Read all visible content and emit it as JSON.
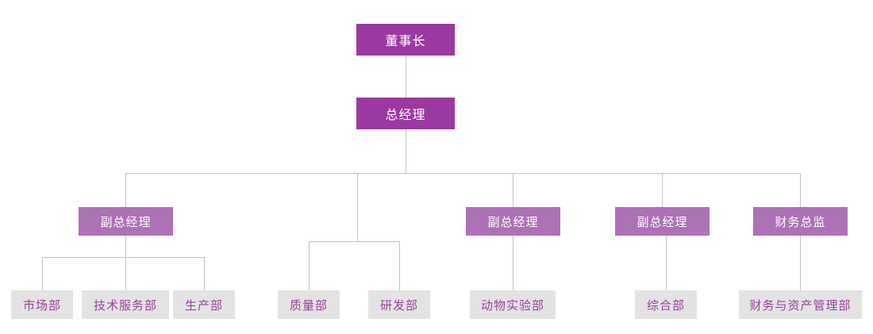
{
  "chart": {
    "type": "org-chart",
    "title": "",
    "colors": {
      "executive_fill": "#9c38a1",
      "executive_text": "#ffffff",
      "vp_fill": "#ad71b5",
      "vp_text": "#ffffff",
      "department_fill": "#e4e3e4",
      "department_text": "#9c3f9e",
      "connector": "#b9c6d2",
      "background": "#ffffff"
    },
    "levels": {
      "level1": [
        {
          "id": "chairman",
          "label": "董事长"
        }
      ],
      "level2": [
        {
          "id": "general-manager",
          "label": "总经理"
        }
      ],
      "level3": [
        {
          "id": "deputy-gm-1",
          "label": "副总经理"
        },
        {
          "id": "deputy-gm-2",
          "label": "副总经理"
        },
        {
          "id": "deputy-gm-3",
          "label": "副总经理"
        },
        {
          "id": "finance-director",
          "label": "财务总监"
        }
      ],
      "level4": [
        {
          "id": "marketing",
          "label": "市场部"
        },
        {
          "id": "technical-service",
          "label": "技术服务部"
        },
        {
          "id": "production",
          "label": "生产部"
        },
        {
          "id": "quality",
          "label": "质量部"
        },
        {
          "id": "rnd",
          "label": "研发部"
        },
        {
          "id": "animal-lab",
          "label": "动物实验部"
        },
        {
          "id": "general-affairs",
          "label": "综合部"
        },
        {
          "id": "finance-asset-mgmt",
          "label": "财务与资产管理部"
        }
      ]
    }
  }
}
